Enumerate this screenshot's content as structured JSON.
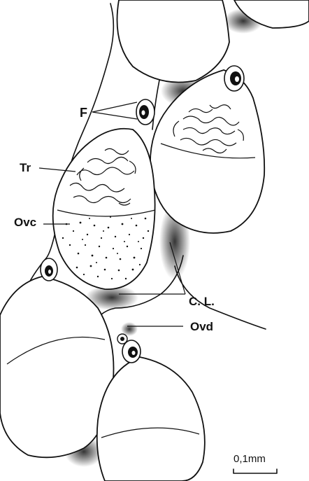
{
  "labels": {
    "f": "F",
    "tr": "Tr",
    "ovc": "Ovc",
    "cl": "C. L.",
    "ovd": "Ovd"
  },
  "scale_bar": {
    "text": "0,1mm"
  },
  "colors": {
    "ink": "#111111",
    "paper": "#ffffff"
  }
}
